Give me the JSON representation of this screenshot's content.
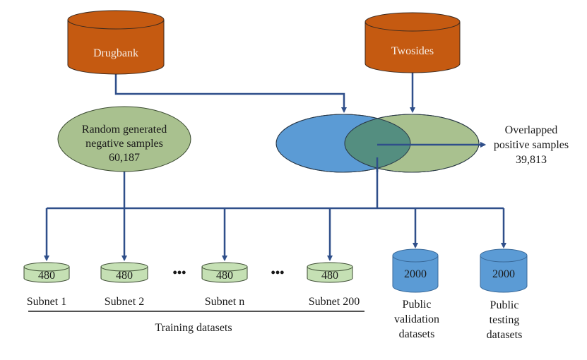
{
  "sources": {
    "drugbank": {
      "label": "Drugbank"
    },
    "twosides": {
      "label": "Twosides"
    }
  },
  "negative": {
    "line1": "Random generated",
    "line2": "negative samples",
    "count": "60,187"
  },
  "overlap": {
    "line1": "Overlapped",
    "line2": "positive samples",
    "count": "39,813"
  },
  "subnets": [
    {
      "value": "480",
      "label": "Subnet 1"
    },
    {
      "value": "480",
      "label": "Subnet 2"
    },
    {
      "value": "480",
      "label": "Subnet n"
    },
    {
      "value": "480",
      "label": "Subnet 200"
    }
  ],
  "ellipsis": "•••",
  "training_label": "Training datasets",
  "validation": {
    "value": "2000",
    "line1": "Public",
    "line2": "validation",
    "line3": "datasets"
  },
  "testing": {
    "value": "2000",
    "line1": "Public",
    "line2": "testing",
    "line3": "datasets"
  },
  "colors": {
    "orange": "#c55a11",
    "blue": "#5b9bd5",
    "green_light": "#a9c18f",
    "overlap": "#548e80",
    "subnet_green": "#c5e0b4",
    "arrow": "#2f4f8a"
  }
}
